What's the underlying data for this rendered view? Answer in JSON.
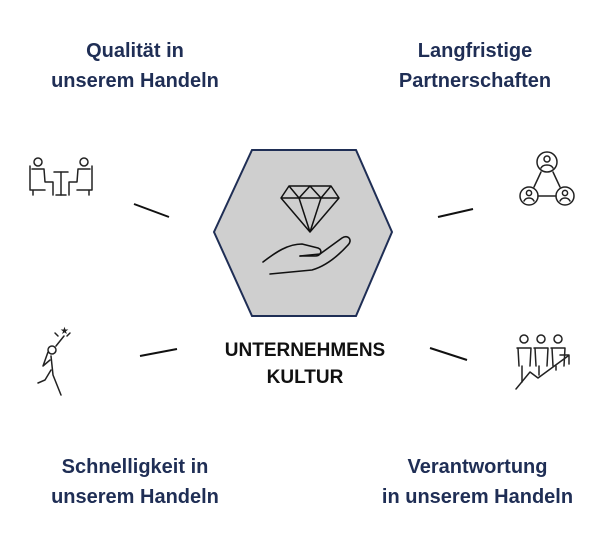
{
  "center": {
    "line1": "UNTERNEHMENS",
    "line2": "KULTUR",
    "hex_fill": "#cfcfcf",
    "hex_stroke": "#1f2e55"
  },
  "corners": {
    "top_left": {
      "line1": "Qualität in",
      "line2": "unserem Handeln",
      "icon": "meeting-icon"
    },
    "top_right": {
      "line1": "Langfristige",
      "line2": "Partnerschaften",
      "icon": "network-icon"
    },
    "bottom_left": {
      "line1": "Schnelligkeit in",
      "line2": "unserem Handeln",
      "icon": "jumping-person-icon"
    },
    "bottom_right": {
      "line1": "Verantwortung",
      "line2": "in unserem Handeln",
      "icon": "team-growth-icon"
    }
  },
  "colors": {
    "title": "#1f2e55",
    "icon": "#222222"
  }
}
